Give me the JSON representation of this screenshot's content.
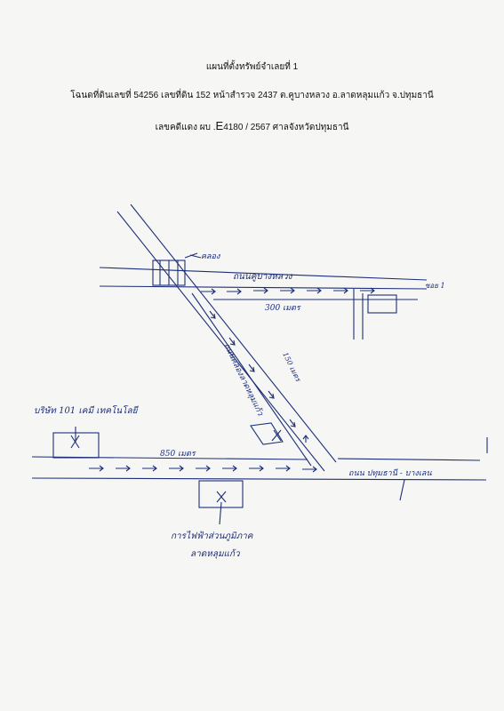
{
  "header": {
    "title": "แผนที่ตั้งทรัพย์จำเลยที่ 1",
    "deed": "โฉนดที่ดินเลขที่ 54256 เลขที่ดิน 152 หน้าสำรวจ 2437 ต.คูบางหลวง อ.ลาดหลุมแก้ว จ.ปทุมธานี",
    "case_prefix": "เลขคดีแดง ผบ .",
    "case_letter": "E",
    "case_rest": "4180 / 2567  ศาลจังหวัดปทุมธานี"
  },
  "map": {
    "canal_label": "คลอง",
    "upper_road_label": "ถนนคูบางหลวง",
    "soi_label": "ซอย 1",
    "upper_distance": "300 เมตร",
    "diagonal_distance": "150 เมตร",
    "diagonal_road_label": "ถนนคลองลาดหลุมแก้ว",
    "lower_distance": "850 เมตร",
    "main_road_label": "ถนน ปทุมธานี - บางเลน",
    "company_label": "บริษัท 101 เคมี เทคโนโลยี",
    "authority_label": "การไฟฟ้าส่วนภูมิภาค",
    "authority_sub": "ลาดหลุมแก้ว"
  },
  "colors": {
    "ink": "#1c2e7a",
    "text": "#111111",
    "paper": "#f6f6f4"
  }
}
